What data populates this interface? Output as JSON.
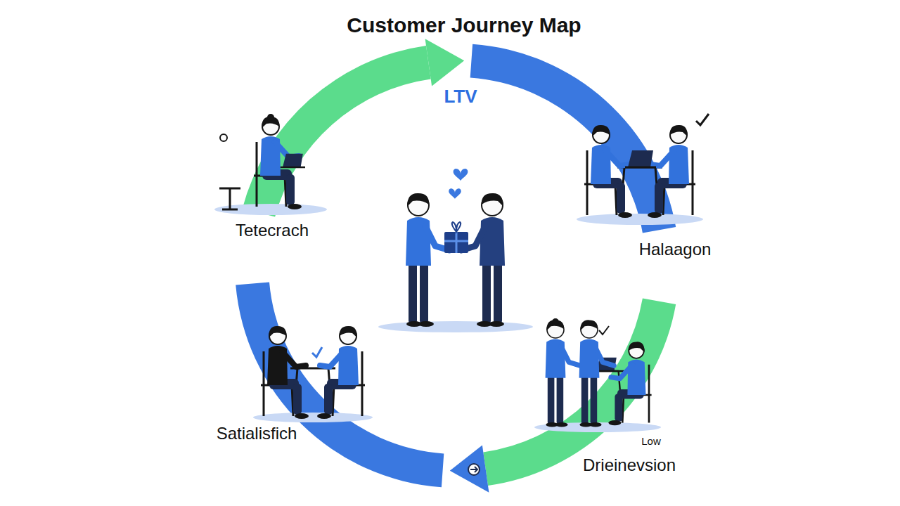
{
  "diagram": {
    "title": "Customer Journey Map",
    "labels": [
      "LTV",
      "Tetecrach",
      "Halaagon",
      "Satialisfich",
      "Low",
      "Drieinevsion"
    ]
  }
}
